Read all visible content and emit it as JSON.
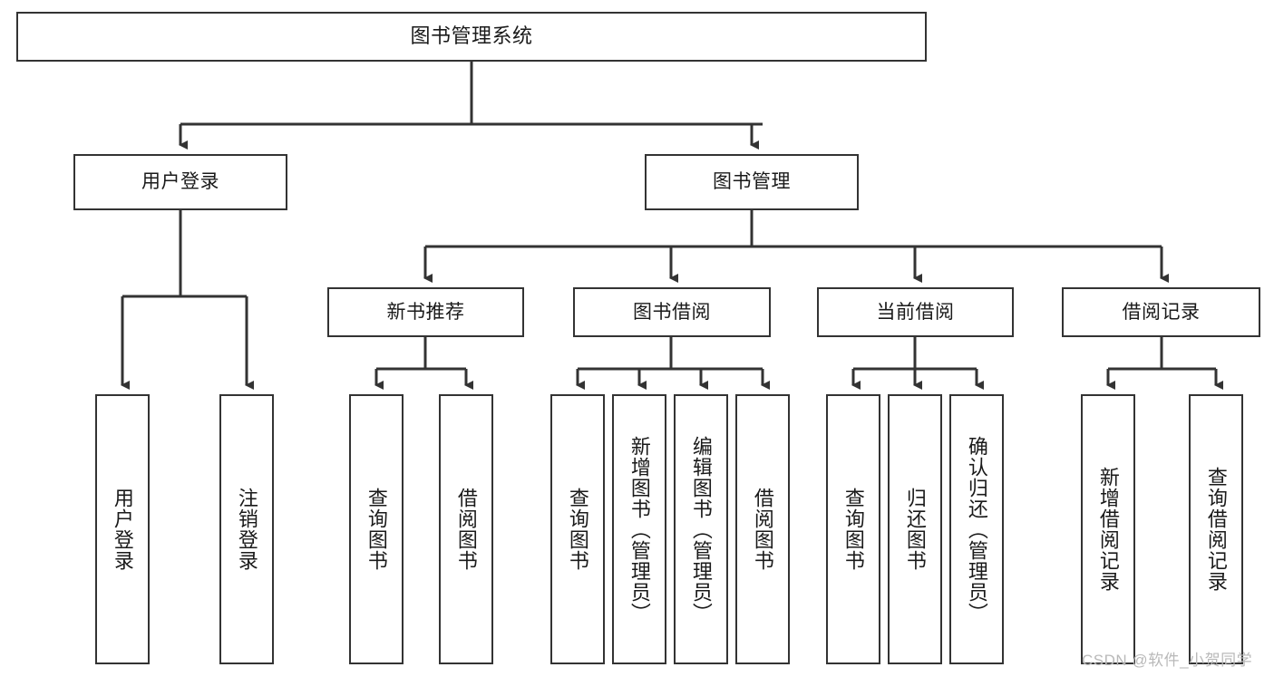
{
  "diagram": {
    "title": "图书管理系统",
    "type": "hierarchy-tree",
    "colors": {
      "box_border": "#333333",
      "box_fill": "#ffffff",
      "connector": "#333333",
      "text": "#1a1a1a",
      "watermark": "#b9b9b9",
      "background": "#ffffff"
    },
    "root": {
      "label": "图书管理系统"
    },
    "level2": [
      {
        "label": "用户登录"
      },
      {
        "label": "图书管理"
      }
    ],
    "level3": [
      {
        "label": "新书推荐"
      },
      {
        "label": "图书借阅"
      },
      {
        "label": "当前借阅"
      },
      {
        "label": "借阅记录"
      }
    ],
    "leaves": {
      "user_login": [
        {
          "label": "用户登录"
        },
        {
          "label": "注销登录"
        }
      ],
      "new_book_recommend": [
        {
          "label": "查询图书"
        },
        {
          "label": "借阅图书"
        }
      ],
      "book_borrow": [
        {
          "label": "查询图书"
        },
        {
          "label": "新增图书（管理员）"
        },
        {
          "label": "编辑图书（管理员）"
        },
        {
          "label": "借阅图书"
        }
      ],
      "current_borrow": [
        {
          "label": "查询图书"
        },
        {
          "label": "归还图书"
        },
        {
          "label": "确认归还（管理员）"
        }
      ],
      "borrow_record": [
        {
          "label": "新增借阅记录"
        },
        {
          "label": "查询借阅记录"
        }
      ]
    }
  },
  "watermark": {
    "text": "CSDN @软件_小贺同学"
  }
}
